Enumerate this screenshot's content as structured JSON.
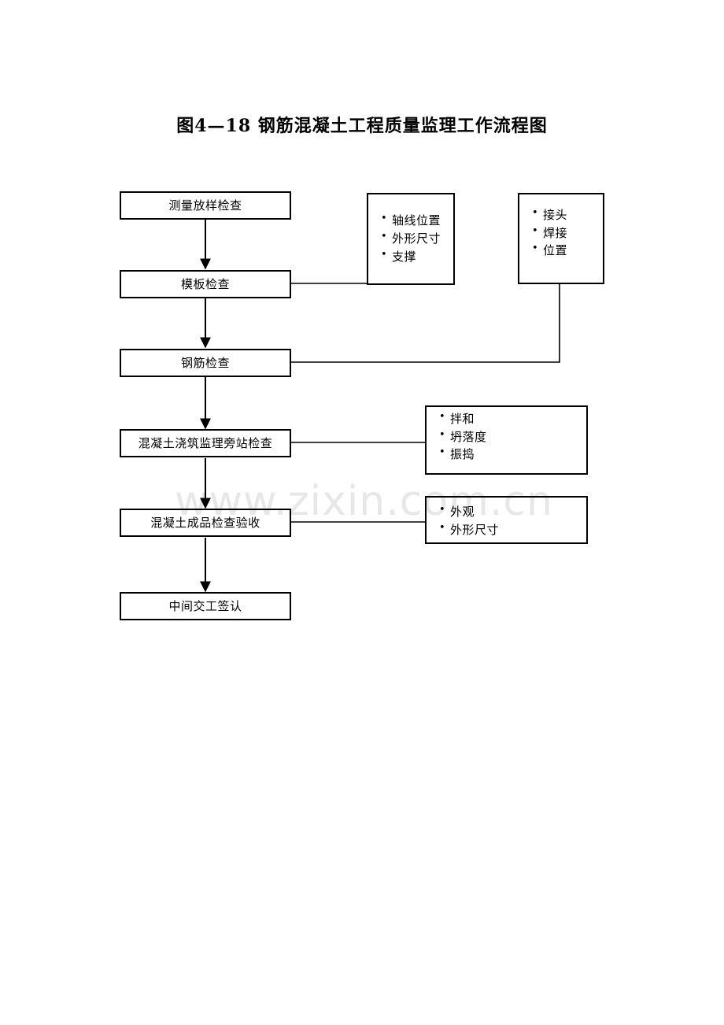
{
  "document": {
    "title": "图4—18  钢筋混凝土工程质量监理工作流程图",
    "watermark": "www.zixin.com.cn",
    "background_color": "#ffffff",
    "line_color": "#000000",
    "watermark_color": "#e7e7e7"
  },
  "flow": {
    "nodes": [
      {
        "id": "survey-setting-out",
        "label": "测量放样检查"
      },
      {
        "id": "formwork-inspection",
        "label": "模板检查"
      },
      {
        "id": "rebar-inspection",
        "label": "钢筋检查"
      },
      {
        "id": "concrete-pouring-supervision",
        "label": "混凝土浇筑监理旁站检查"
      },
      {
        "id": "concrete-product-acceptance",
        "label": "混凝土成品检查验收"
      },
      {
        "id": "intermediate-handover-signoff",
        "label": "中间交工签认"
      }
    ],
    "detail_boxes": [
      {
        "id": "formwork-details",
        "attached_to": "formwork-inspection",
        "items": [
          "轴线位置",
          "外形尺寸",
          "支撑"
        ]
      },
      {
        "id": "rebar-details",
        "attached_to": "rebar-inspection",
        "items": [
          "接头",
          "焊接",
          "位置"
        ]
      },
      {
        "id": "pouring-details",
        "attached_to": "concrete-pouring-supervision",
        "items": [
          "拌和",
          "坍落度",
          "振捣"
        ]
      },
      {
        "id": "product-details",
        "attached_to": "concrete-product-acceptance",
        "items": [
          "外观",
          "外形尺寸"
        ]
      }
    ],
    "arrows": [
      {
        "from": "survey-setting-out",
        "to": "formwork-inspection",
        "type": "arrow-down"
      },
      {
        "from": "formwork-inspection",
        "to": "rebar-inspection",
        "type": "arrow-down"
      },
      {
        "from": "rebar-inspection",
        "to": "concrete-pouring-supervision",
        "type": "arrow-down"
      },
      {
        "from": "concrete-pouring-supervision",
        "to": "concrete-product-acceptance",
        "type": "arrow-down"
      },
      {
        "from": "concrete-product-acceptance",
        "to": "intermediate-handover-signoff",
        "type": "arrow-down"
      },
      {
        "from": "formwork-inspection",
        "to": "formwork-details",
        "type": "line-horizontal"
      },
      {
        "from": "rebar-inspection",
        "to": "rebar-details",
        "type": "line-elbow"
      },
      {
        "from": "concrete-pouring-supervision",
        "to": "pouring-details",
        "type": "line-horizontal"
      },
      {
        "from": "concrete-product-acceptance",
        "to": "product-details",
        "type": "line-horizontal"
      }
    ]
  }
}
